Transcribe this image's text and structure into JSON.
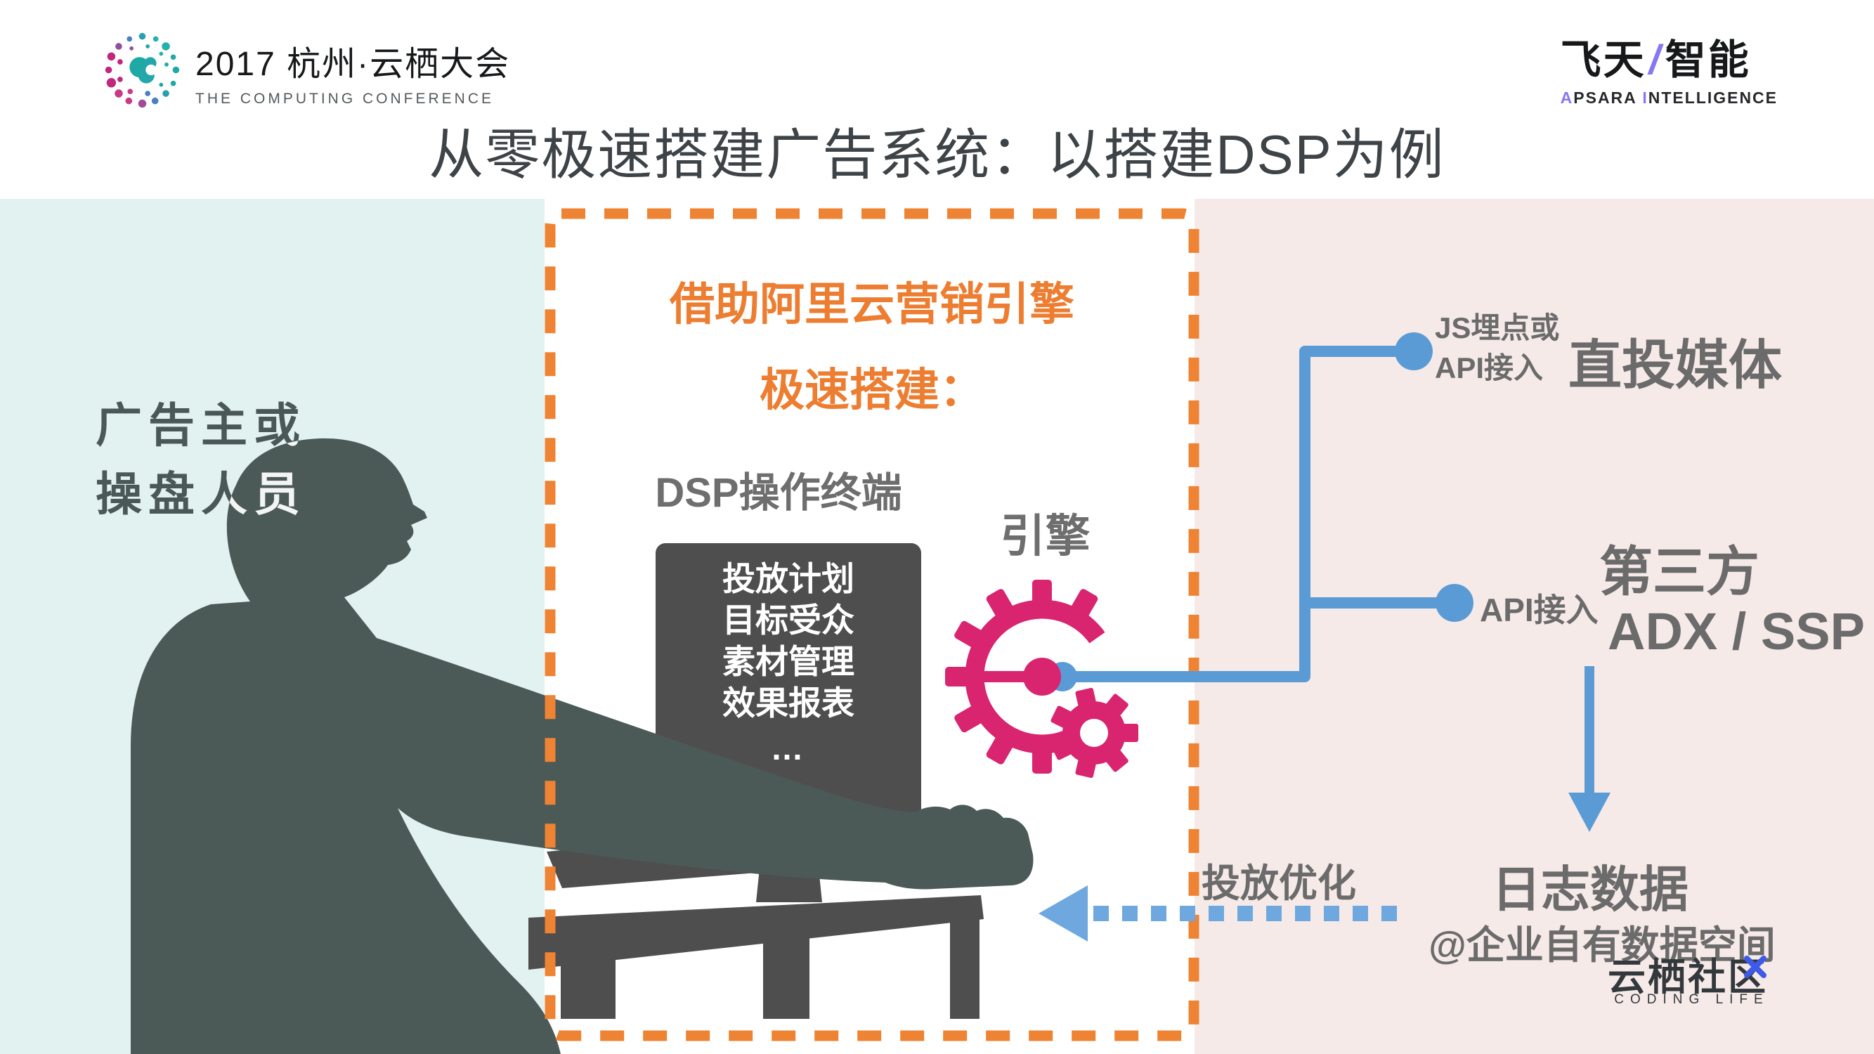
{
  "header": {
    "conference_logo": {
      "title": "2017 杭州·云栖大会",
      "subtitle": "THE COMPUTING CONFERENCE"
    },
    "apsara_logo": {
      "cn_left": "飞天",
      "slash": "/",
      "cn_right": "智能",
      "en_a": "A",
      "en_psara": "PSARA ",
      "en_i": "I",
      "en_ntelligence": "NTELLIGENCE"
    },
    "title": "从零极速搭建广告系统：以搭建DSP为例"
  },
  "left_panel": {
    "role_label_line1": "广告主或",
    "role_label_line2": "操盘人员"
  },
  "center_panel": {
    "heading_line1": "借助阿里云营销引擎",
    "heading_line2": "极速搭建：",
    "terminal_label": "DSP操作终端",
    "engine_label": "引擎",
    "monitor_lines": [
      "投放计划",
      "目标受众",
      "素材管理",
      "效果报表",
      "…"
    ]
  },
  "right_panel": {
    "media_tag_line1": "JS埋点或",
    "media_tag_line2": "API接入",
    "media_label": "直投媒体",
    "adx_tag": "API接入",
    "adx_label_line1": "第三方",
    "adx_label_line2": "ADX / SSP",
    "optimization_label": "投放优化",
    "log_label": "日志数据",
    "log_sublabel": "@企业自有数据空间",
    "community_logo": {
      "name": "云栖社区",
      "tagline": "CODING LIFE"
    }
  },
  "colors": {
    "accent_orange": "#ED8132",
    "magenta": "#D9246F",
    "blue": "#5B9BD5",
    "blue_light": "#6FA8DE",
    "teal_bg": "#E2F2F0",
    "pink_bg": "#F6EAE8",
    "gray_text": "#6B6B6B",
    "title_dark": "#3E4347",
    "silhouette": "#4B5957",
    "furniture": "#4E4E4E",
    "purple": "#8578F3",
    "community_blue": "#3D5AE8"
  }
}
